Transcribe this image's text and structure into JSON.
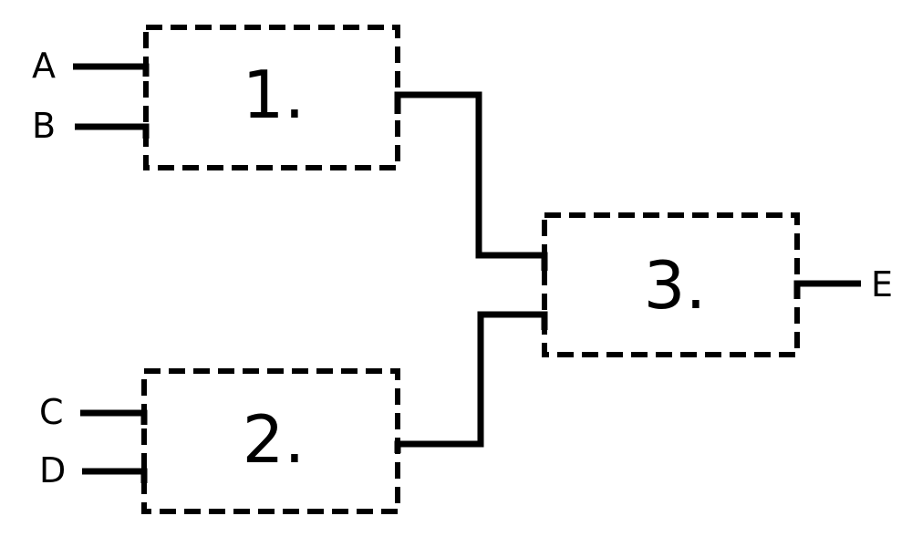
{
  "diagram": {
    "blocks": [
      {
        "label": "1."
      },
      {
        "label": "2."
      },
      {
        "label": "3."
      }
    ],
    "inputs": [
      "A",
      "B",
      "C",
      "D"
    ],
    "output": "E",
    "colors": {
      "stroke": "#000000",
      "background": "#ffffff"
    }
  }
}
